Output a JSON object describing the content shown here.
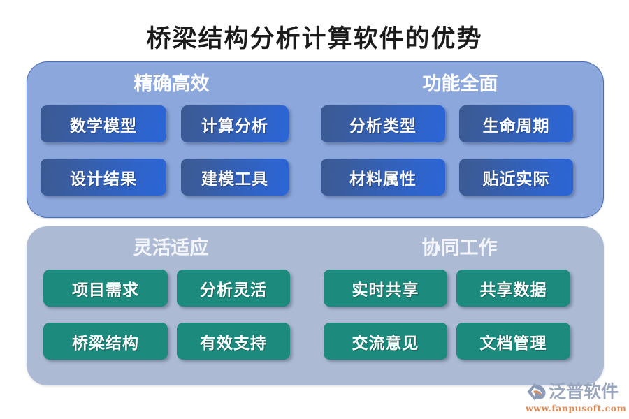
{
  "title": "桥梁结构分析计算软件的优势",
  "colors": {
    "panel_blue_bg": "#8ba7dc",
    "panel_blue_border": "#4a6cb5",
    "panel_gray_bg": "#adbad3",
    "item_blue_start": "#3b5a93",
    "item_blue_end": "#2b66d6",
    "item_green": "#1d8a7e",
    "title_text": "#1b1b1b",
    "heading_text": "#ffffff",
    "logo_text": "#9aa6bd",
    "logo_url": "#e08b56",
    "logo_mark_arrow": "#8c9cb8",
    "logo_mark_swoosh": "#e08b56"
  },
  "panels": [
    {
      "id": "panel-advantages-blue",
      "style": "blue",
      "groups": [
        {
          "id": "group-accurate-efficient",
          "heading": "精确高效",
          "items": [
            {
              "label": "数学模型"
            },
            {
              "label": "计算分析"
            },
            {
              "label": "设计结果"
            },
            {
              "label": "建模工具"
            }
          ]
        },
        {
          "id": "group-comprehensive-features",
          "heading": "功能全面",
          "items": [
            {
              "label": "分析类型"
            },
            {
              "label": "生命周期"
            },
            {
              "label": "材料属性"
            },
            {
              "label": "贴近实际"
            }
          ]
        }
      ]
    },
    {
      "id": "panel-advantages-gray",
      "style": "gray",
      "groups": [
        {
          "id": "group-flexible-adaptation",
          "heading": "灵活适应",
          "items": [
            {
              "label": "项目需求"
            },
            {
              "label": "分析灵活"
            },
            {
              "label": "桥梁结构"
            },
            {
              "label": "有效支持"
            }
          ]
        },
        {
          "id": "group-collaborative-work",
          "heading": "协同工作",
          "items": [
            {
              "label": "实时共享"
            },
            {
              "label": "共享数据"
            },
            {
              "label": "交流意见"
            },
            {
              "label": "文档管理"
            }
          ]
        }
      ]
    }
  ],
  "logo": {
    "name": "泛普软件",
    "url": "www.fanpusoft.com",
    "mark_icon": "fanpu-arrow-swoosh-icon"
  }
}
